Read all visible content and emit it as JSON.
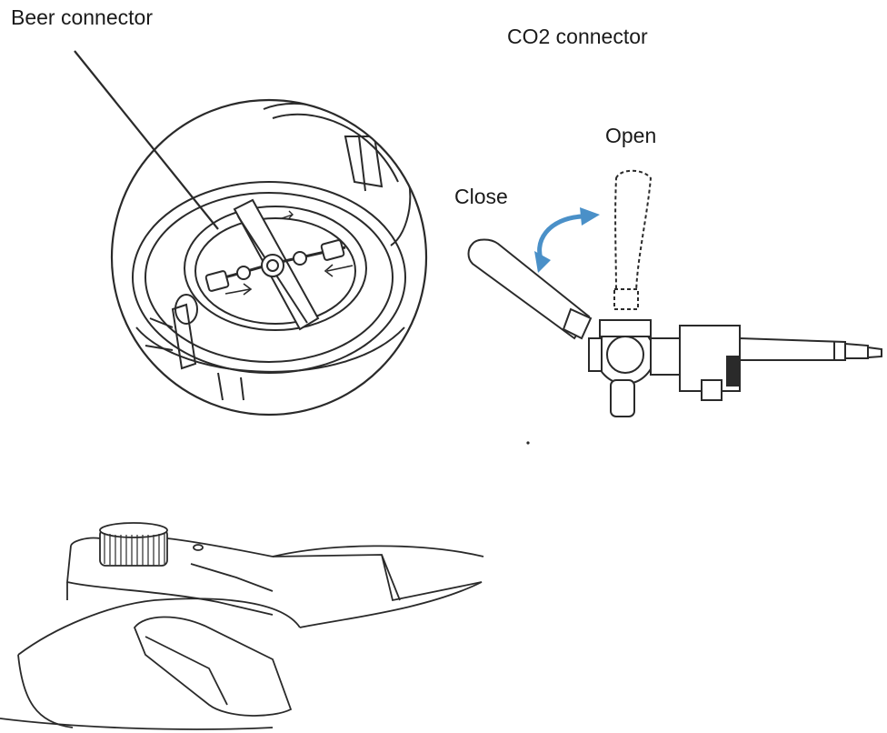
{
  "labels": {
    "beer_connector": "Beer connector",
    "co2_connector": "CO2 connector",
    "open": "Open",
    "close": "Close"
  },
  "colors": {
    "line": "#2a2a2a",
    "arrow_accent": "#4a90c8",
    "background": "#ffffff"
  },
  "icons": {
    "rotate_arrow": "curved-double-arrow-icon"
  }
}
